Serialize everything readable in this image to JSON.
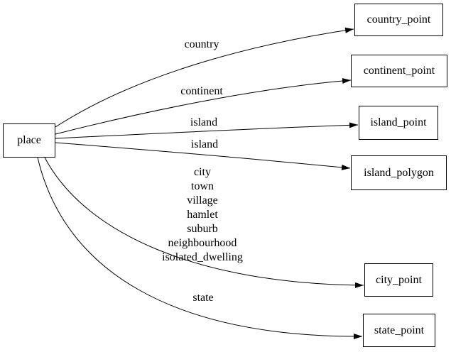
{
  "diagram": {
    "type": "directed-graph",
    "colors": {
      "background": "#ffffff",
      "node_fill": "#ffffff",
      "node_border": "#000000",
      "edge": "#000000",
      "text": "#000000"
    },
    "nodes": [
      {
        "id": "place",
        "label": "place"
      },
      {
        "id": "country_point",
        "label": "country_point"
      },
      {
        "id": "continent_point",
        "label": "continent_point"
      },
      {
        "id": "island_point",
        "label": "island_point"
      },
      {
        "id": "island_polygon",
        "label": "island_polygon"
      },
      {
        "id": "city_point",
        "label": "city_point"
      },
      {
        "id": "state_point",
        "label": "state_point"
      }
    ],
    "edges": [
      {
        "from": "place",
        "to": "country_point",
        "label": "country"
      },
      {
        "from": "place",
        "to": "continent_point",
        "label": "continent"
      },
      {
        "from": "place",
        "to": "island_point",
        "label": "island"
      },
      {
        "from": "place",
        "to": "island_polygon",
        "label": "island"
      },
      {
        "from": "place",
        "to": "city_point",
        "label": "city\ntown\nvillage\nhamlet\nsuburb\nneighbourhood\nisolated_dwelling"
      },
      {
        "from": "place",
        "to": "state_point",
        "label": "state"
      }
    ]
  }
}
